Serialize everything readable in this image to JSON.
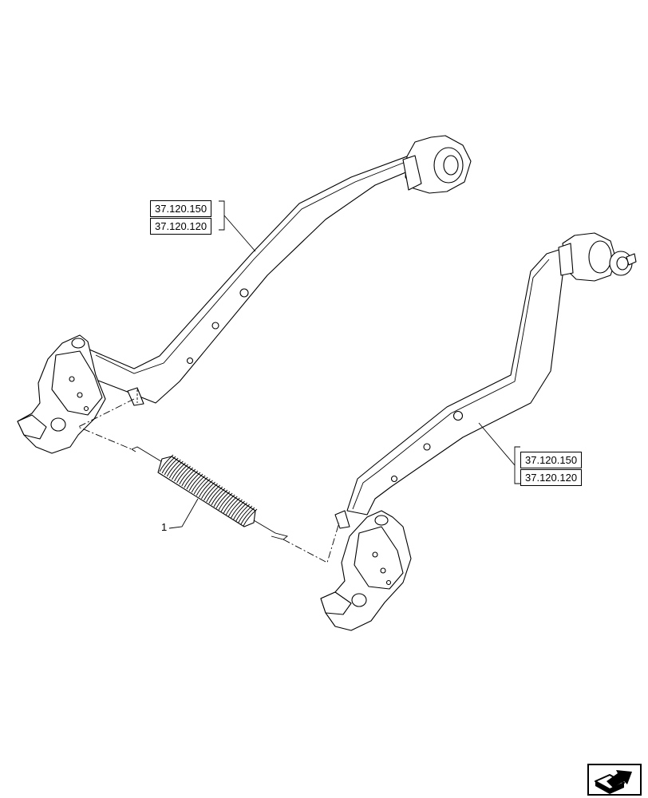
{
  "diagram": {
    "left_arm_refs": [
      "37.120.150",
      "37.120.120"
    ],
    "right_arm_refs": [
      "37.120.150",
      "37.120.120"
    ],
    "spring_callout": "1"
  },
  "icons": {
    "nav": "next-page-arrow-icon"
  }
}
